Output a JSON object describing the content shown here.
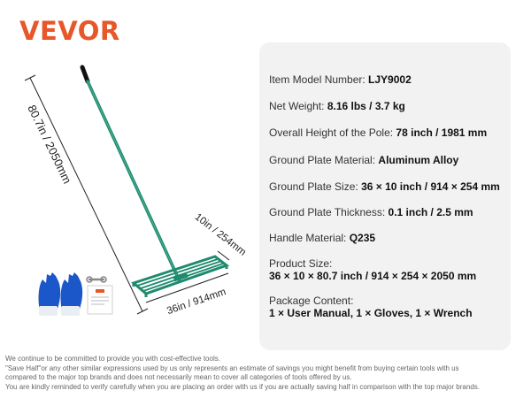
{
  "brand": {
    "logo_text": "VEVOR"
  },
  "dimensions": {
    "height_label": "80.7in / 2050mm",
    "width_label": "10in / 254mm",
    "length_label": "36in / 914mm"
  },
  "specs": [
    {
      "label": "Item Model Number: ",
      "value": "LJY9002"
    },
    {
      "label": "Net Weight: ",
      "value": "8.16 lbs / 3.7 kg"
    },
    {
      "label": "Overall Height of the Pole: ",
      "value": "78 inch / 1981 mm"
    },
    {
      "label": "Ground Plate Material: ",
      "value": "Aluminum Alloy"
    },
    {
      "label": "Ground Plate Size: ",
      "value": "36 × 10 inch / 914 × 254 mm"
    },
    {
      "label": "Ground Plate Thickness: ",
      "value": "0.1 inch / 2.5 mm"
    },
    {
      "label": "Handle Material: ",
      "value": "Q235"
    }
  ],
  "product_size": {
    "label": "Product Size:",
    "value": "36 × 10 × 80.7 inch / 914 × 254 × 2050 mm"
  },
  "package_content": {
    "label": "Package Content:",
    "value": "1 × User Manual, 1 × Gloves, 1 × Wrench"
  },
  "disclaimer": [
    "We continue to be committed to provide you with cost-effective tools.",
    "\"Save Half\"or any other similar expressions used by us only represents an estimate of savings you might benefit from buying certain tools with us",
    "compared to the major top brands and does not necessarily mean to cover all categories of tools offered by us.",
    "You are kindly reminded to verify carefully when you are placing an order with us if you are actually saving half in comparison with the top major brands."
  ],
  "colors": {
    "brand": "#e8572a",
    "product_green": "#1f8a6e",
    "panel_bg": "#f2f2f2"
  }
}
